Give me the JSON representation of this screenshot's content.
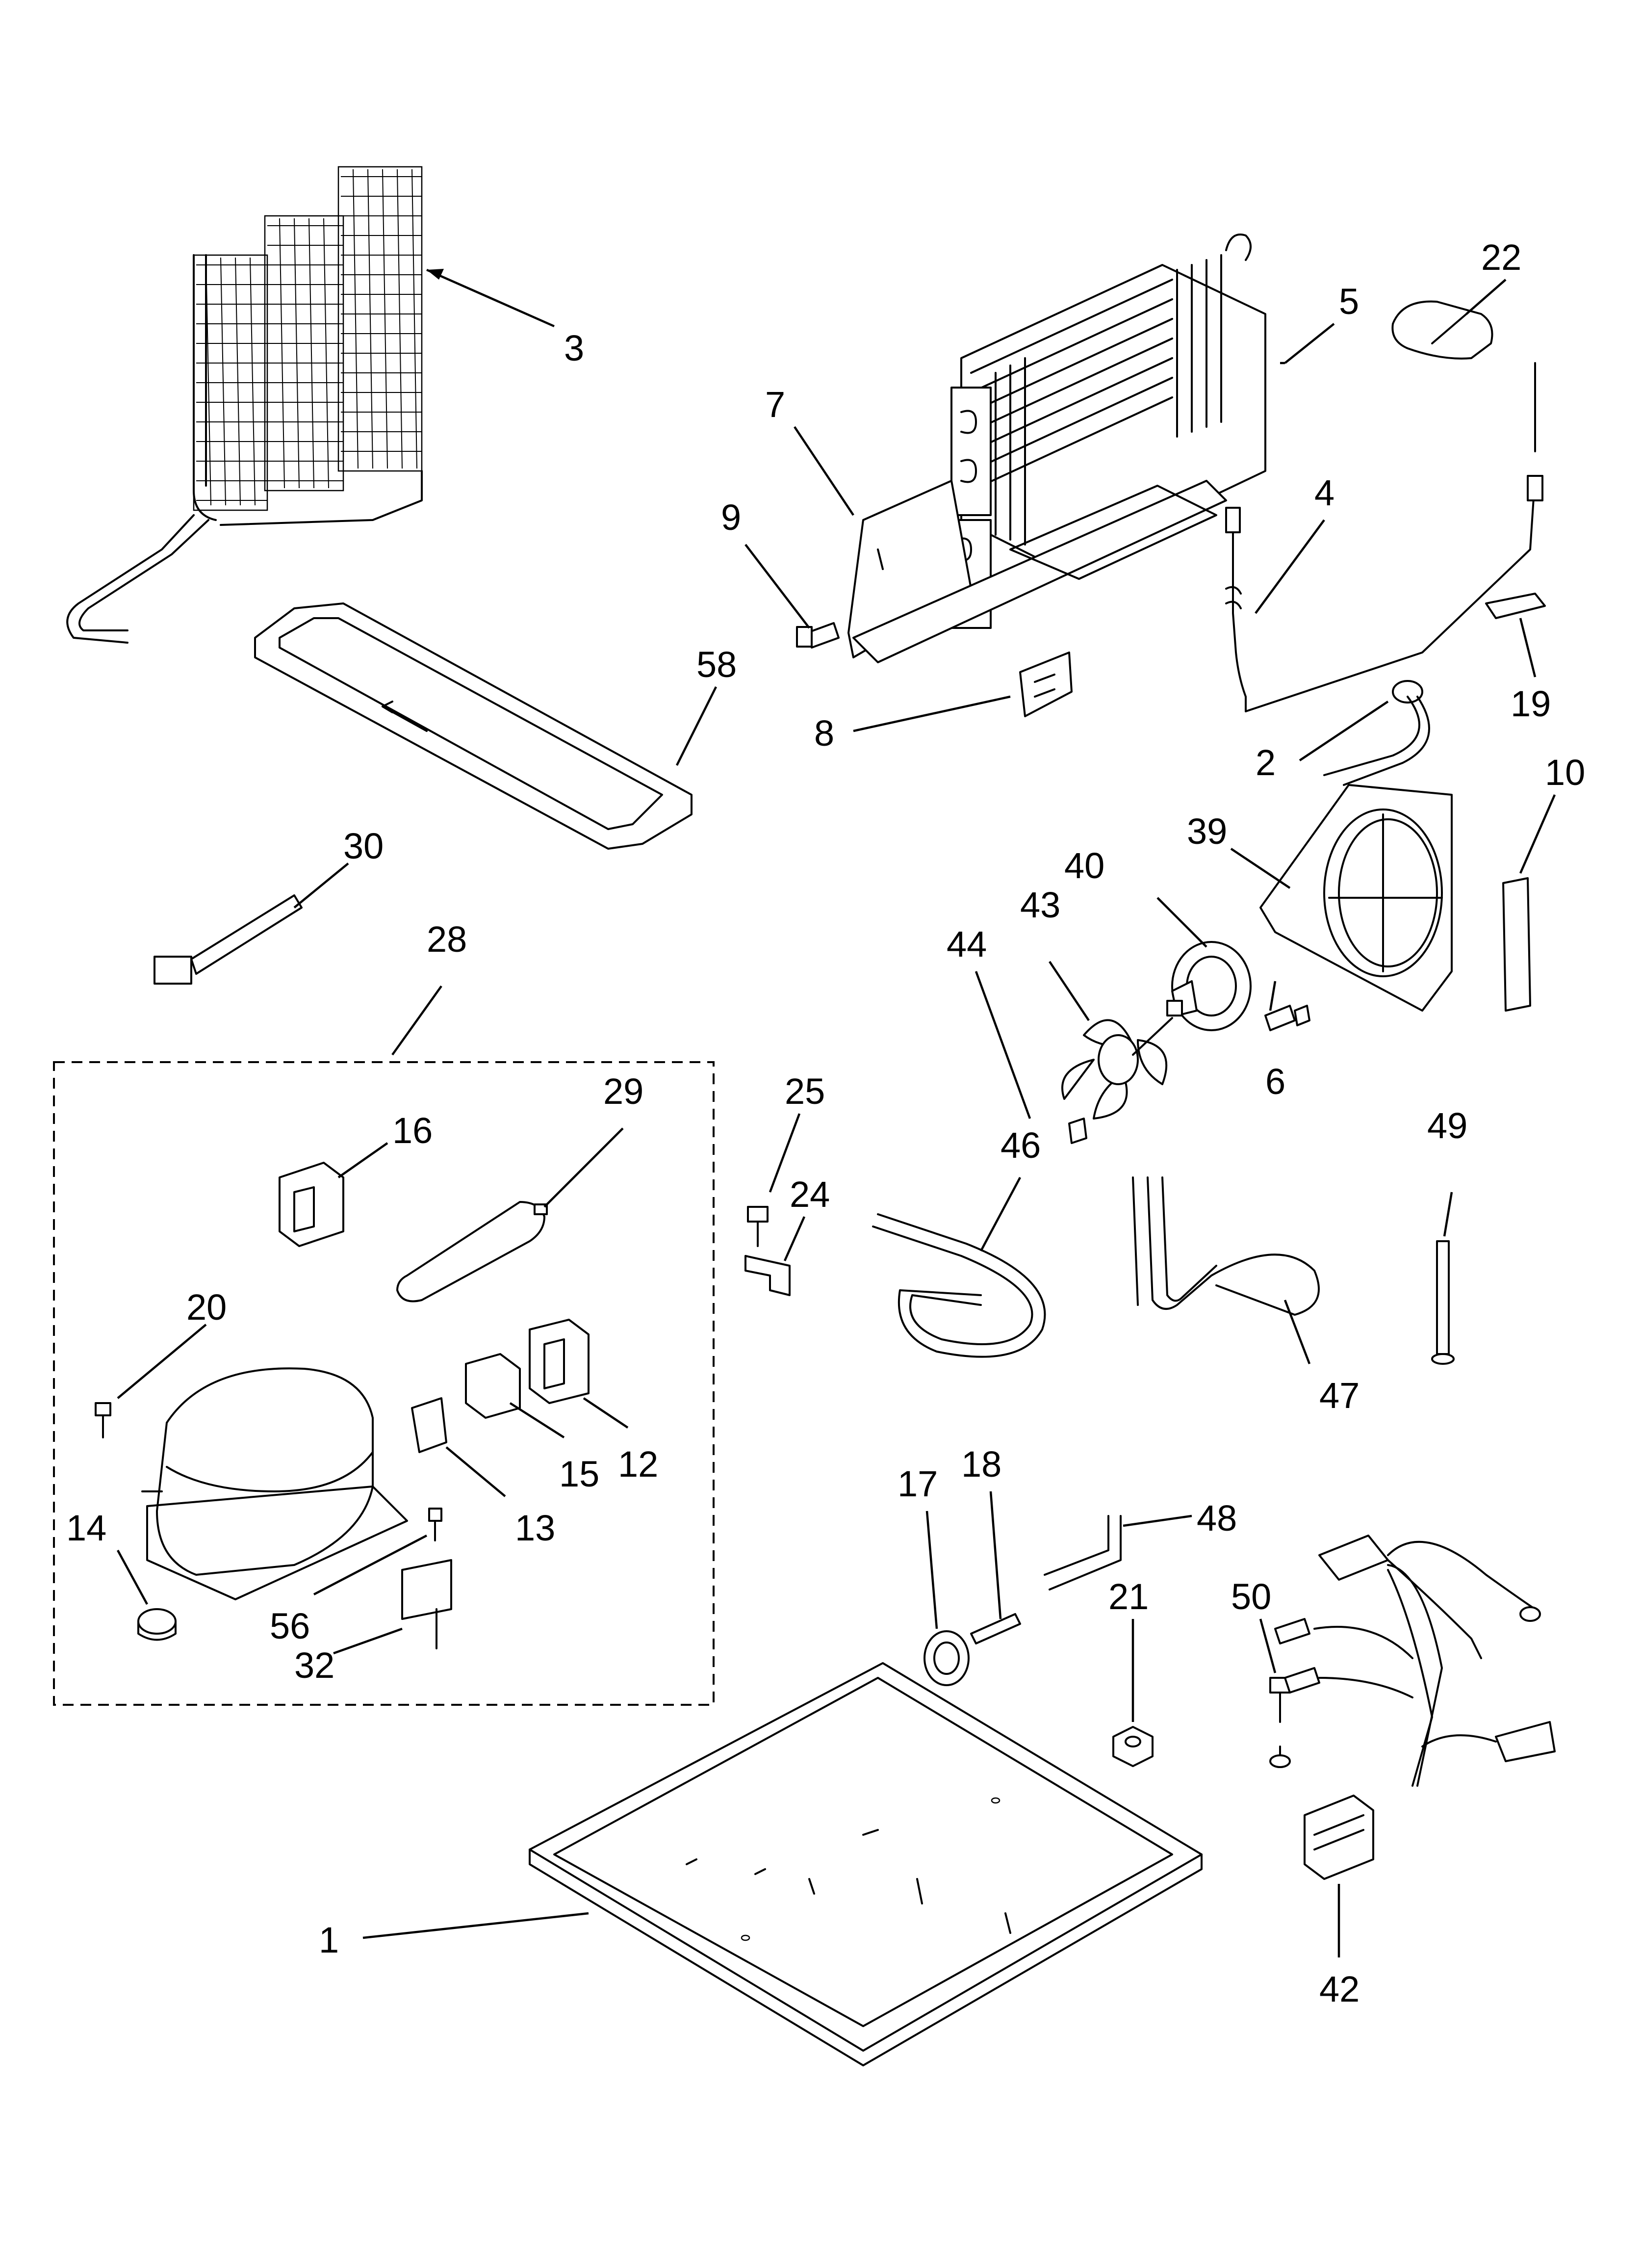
{
  "diagram": {
    "callouts": [
      {
        "id": "3",
        "label": "3"
      },
      {
        "id": "22",
        "label": "22"
      },
      {
        "id": "5",
        "label": "5"
      },
      {
        "id": "7",
        "label": "7"
      },
      {
        "id": "9",
        "label": "9"
      },
      {
        "id": "4",
        "label": "4"
      },
      {
        "id": "58",
        "label": "58"
      },
      {
        "id": "8",
        "label": "8"
      },
      {
        "id": "19",
        "label": "19"
      },
      {
        "id": "2",
        "label": "2"
      },
      {
        "id": "10",
        "label": "10"
      },
      {
        "id": "30",
        "label": "30"
      },
      {
        "id": "39",
        "label": "39"
      },
      {
        "id": "40",
        "label": "40"
      },
      {
        "id": "28",
        "label": "28"
      },
      {
        "id": "43",
        "label": "43"
      },
      {
        "id": "44",
        "label": "44"
      },
      {
        "id": "6",
        "label": "6"
      },
      {
        "id": "29",
        "label": "29"
      },
      {
        "id": "25",
        "label": "25"
      },
      {
        "id": "16",
        "label": "16"
      },
      {
        "id": "46",
        "label": "46"
      },
      {
        "id": "49",
        "label": "49"
      },
      {
        "id": "24",
        "label": "24"
      },
      {
        "id": "20",
        "label": "20"
      },
      {
        "id": "47",
        "label": "47"
      },
      {
        "id": "12",
        "label": "12"
      },
      {
        "id": "15",
        "label": "15"
      },
      {
        "id": "13",
        "label": "13"
      },
      {
        "id": "14",
        "label": "14"
      },
      {
        "id": "17",
        "label": "17"
      },
      {
        "id": "18",
        "label": "18"
      },
      {
        "id": "48",
        "label": "48"
      },
      {
        "id": "21",
        "label": "21"
      },
      {
        "id": "50",
        "label": "50"
      },
      {
        "id": "56",
        "label": "56"
      },
      {
        "id": "32",
        "label": "32"
      },
      {
        "id": "1",
        "label": "1"
      },
      {
        "id": "42",
        "label": "42"
      }
    ]
  }
}
